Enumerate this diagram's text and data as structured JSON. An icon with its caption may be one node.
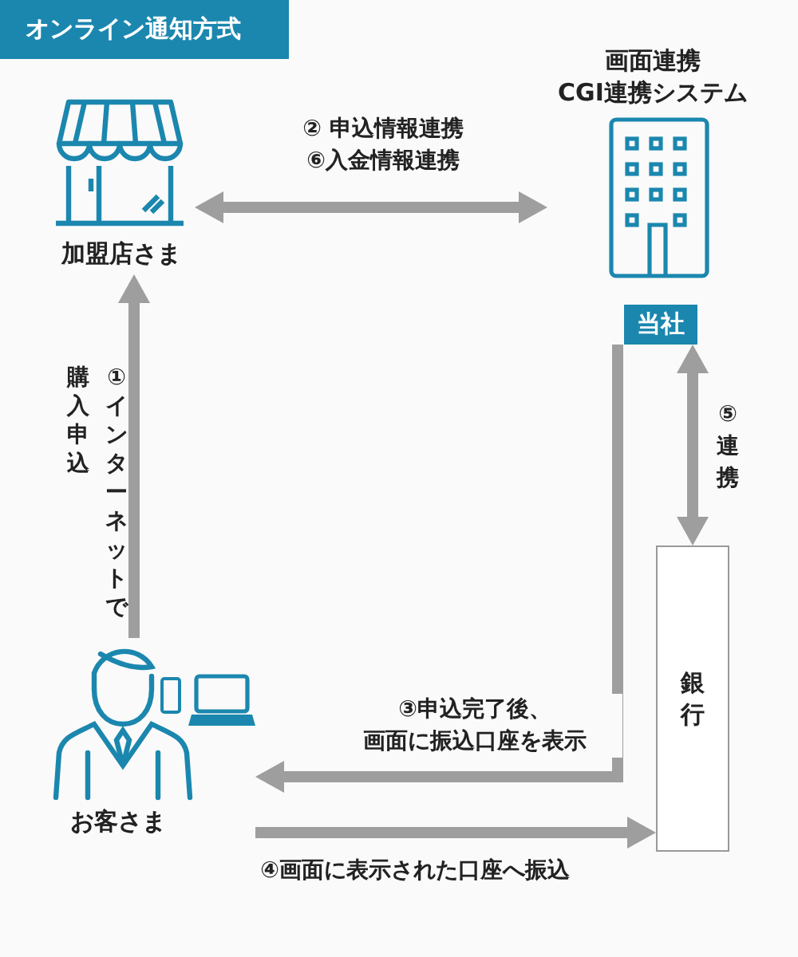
{
  "diagram": {
    "title": "オンライン通知方式",
    "nodes": [
      {
        "text": [
          "加盟店さま"
        ]
      },
      {
        "text": [
          "画面連携 CGI連携システム",
          "当社"
        ]
      },
      {
        "text": [
          "お客さま"
        ]
      },
      {
        "text": [
          "銀行"
        ]
      }
    ],
    "edges": [
      {
        "from": 0,
        "to": 1,
        "arrow": "both",
        "label": "② 申込情報連携 ⑥入金情報連携"
      },
      {
        "from": 2,
        "to": 0,
        "arrow": "to",
        "label": "①インターネットで購入申込"
      },
      {
        "from": 1,
        "to": 2,
        "arrow": "to",
        "label": "③申込完了後、画面に振込口座を表示"
      },
      {
        "from": 2,
        "to": 3,
        "arrow": "to",
        "label": "④画面に表示された口座へ振込"
      },
      {
        "from": 1,
        "to": 3,
        "arrow": "both",
        "label": "⑤連携"
      }
    ]
  }
}
